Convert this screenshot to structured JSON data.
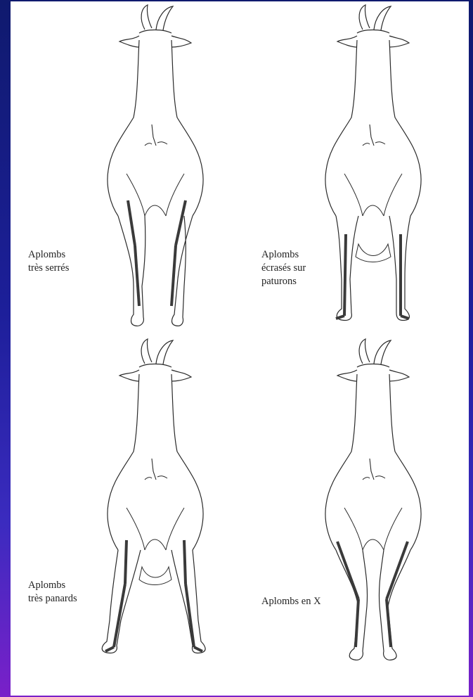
{
  "figures": [
    {
      "caption_lines": [
        "Aplombs",
        "très serrés"
      ]
    },
    {
      "caption_lines": [
        "Aplombs",
        "écrasés sur",
        "paturons"
      ]
    },
    {
      "caption_lines": [
        "Aplombs",
        "très panards"
      ]
    },
    {
      "caption_lines": [
        "Aplombs en X"
      ]
    }
  ],
  "colors": {
    "line": "#2a2a2a",
    "leg_marker": "#3a3a3a",
    "background_top": "#0f1a6e",
    "background_bottom": "#7a20c9"
  }
}
